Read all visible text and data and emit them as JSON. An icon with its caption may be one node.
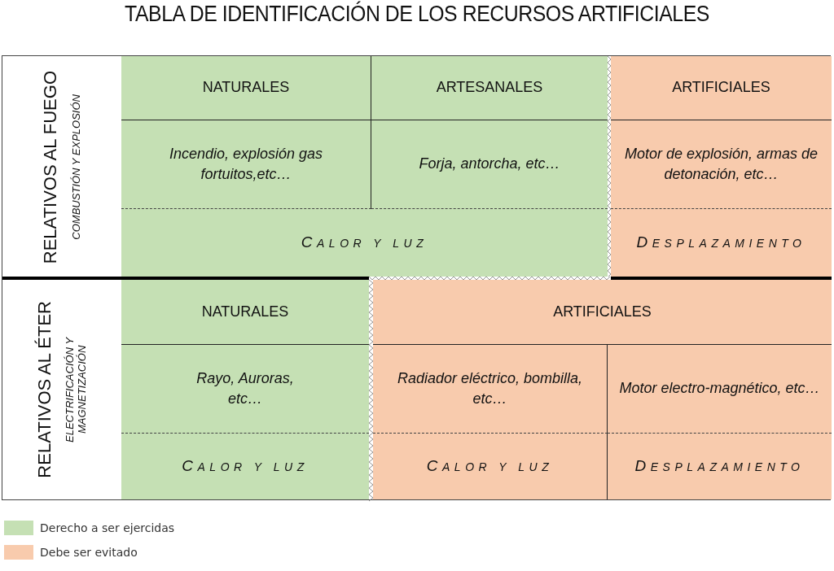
{
  "diagram": {
    "title": "TABLA DE IDENTIFICACIÓN DE LOS RECURSOS ARTIFICIALES",
    "nodes": [
      {
        "text": [
          "RELATIVOS AL FUEGO",
          "COMBUSTIÓN Y EXPLOSIÓN"
        ]
      },
      {
        "text": [
          "NATURALES"
        ]
      },
      {
        "text": [
          "ARTESANALES"
        ]
      },
      {
        "text": [
          "ARTIFICIALES"
        ]
      },
      {
        "text": [
          "Incendio, explosión gas fortuitos,etc…"
        ]
      },
      {
        "text": [
          "Forja, antorcha, etc…"
        ]
      },
      {
        "text": [
          "Motor de explosión, armas de detonación, etc…"
        ]
      },
      {
        "text": [
          "CALOR Y LUZ"
        ]
      },
      {
        "text": [
          "DESPLAZAMIENTO"
        ]
      },
      {
        "text": [
          "RELATIVOS AL ÉTER",
          "ELECTRIFICACIÓN Y MAGNETIZACIÓN"
        ]
      },
      {
        "text": [
          "NATURALES"
        ]
      },
      {
        "text": [
          "ARTIFICIALES"
        ]
      },
      {
        "text": [
          "Rayo, Auroras, etc…"
        ]
      },
      {
        "text": [
          "Radiador eléctrico, bombilla, etc…"
        ]
      },
      {
        "text": [
          "Motor electro-magnético, etc…"
        ]
      },
      {
        "text": [
          "CALOR Y LUZ"
        ]
      },
      {
        "text": [
          "CALOR Y LUZ"
        ]
      },
      {
        "text": [
          "DESPLAZAMIENTO"
        ]
      }
    ],
    "legend": [
      {
        "text": "Derecho a ser ejercidas",
        "color": "#c5e0b4"
      },
      {
        "text": "Debe ser evitado",
        "color": "#f8cbad"
      }
    ]
  }
}
